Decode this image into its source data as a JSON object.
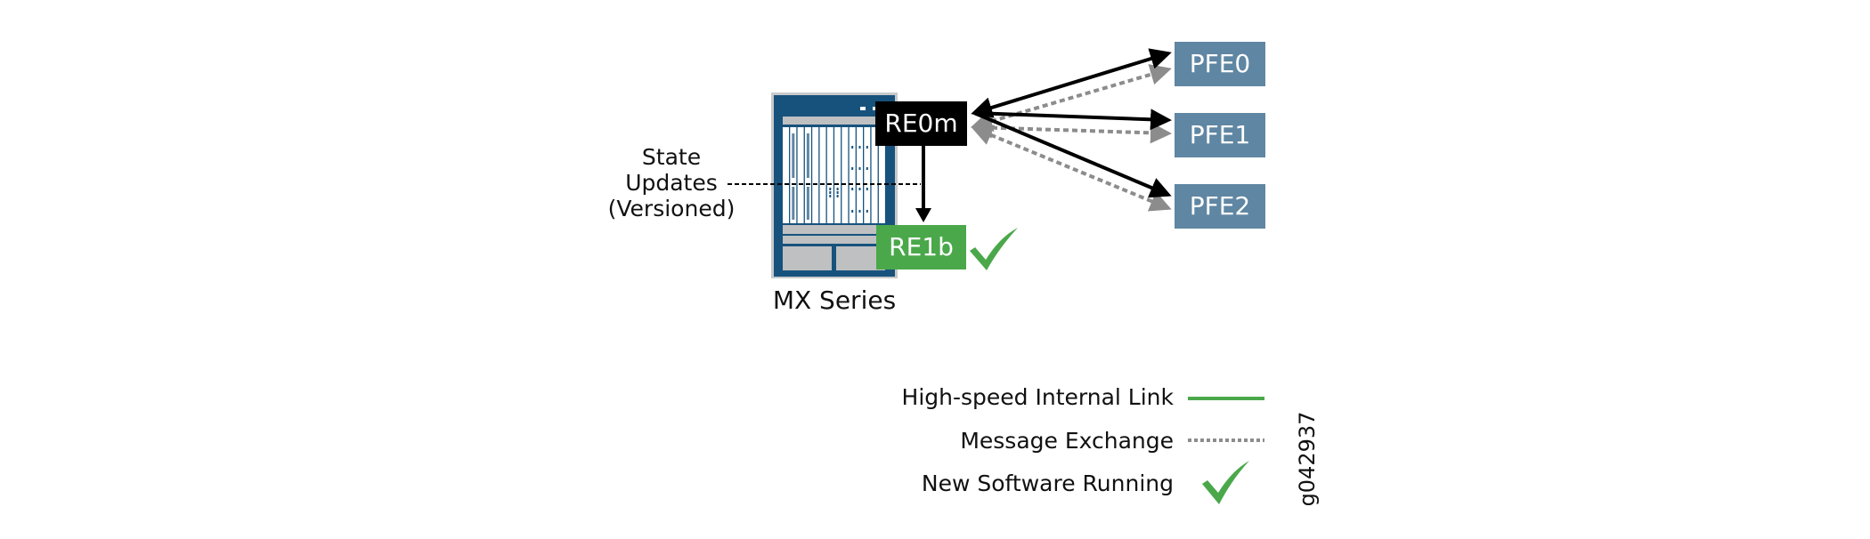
{
  "diagram": {
    "device_label": "MX Series",
    "state_updates_label": [
      "State",
      "Updates",
      "(Versioned)"
    ],
    "nodes": {
      "primary_re": {
        "label": "RE0m",
        "role": "master routing engine",
        "color": "#000000"
      },
      "backup_re": {
        "label": "RE1b",
        "role": "backup routing engine (new software)",
        "color": "#4aa84a"
      },
      "pfes": [
        {
          "label": "PFE0",
          "color": "#5f86a2"
        },
        {
          "label": "PFE1",
          "color": "#5f86a2"
        },
        {
          "label": "PFE2",
          "color": "#5f86a2"
        }
      ]
    },
    "edges": [
      {
        "from": "RE0m",
        "to": "RE1b",
        "type": "high-speed-internal-link",
        "style": "solid-black"
      },
      {
        "from": "RE0m",
        "to": "PFE0",
        "type": "high-speed-internal-link",
        "style": "solid-black"
      },
      {
        "from": "RE0m",
        "to": "PFE1",
        "type": "high-speed-internal-link",
        "style": "solid-black"
      },
      {
        "from": "RE0m",
        "to": "PFE2",
        "type": "high-speed-internal-link",
        "style": "solid-black"
      },
      {
        "from": "PFE0",
        "to": "RE0m",
        "type": "message-exchange",
        "style": "dotted-gray",
        "bidirectional": true
      },
      {
        "from": "PFE1",
        "to": "RE0m",
        "type": "message-exchange",
        "style": "dotted-gray",
        "bidirectional": true
      },
      {
        "from": "PFE2",
        "to": "RE0m",
        "type": "message-exchange",
        "style": "dotted-gray",
        "bidirectional": true
      }
    ],
    "backup_status": "new-software-running"
  },
  "legend": {
    "items": [
      {
        "label": "High-speed Internal Link",
        "symbol": "green-line",
        "color": "#4aa84a"
      },
      {
        "label": "Message Exchange",
        "symbol": "gray-dotted-line",
        "color": "#8c8c8c"
      },
      {
        "label": "New Software Running",
        "symbol": "checkmark-icon",
        "color": "#4aa84a"
      }
    ]
  },
  "figure_id": "g042937",
  "colors": {
    "chassis_blue": "#17527d",
    "chassis_border": "#c8c9cb",
    "chassis_gray": "#bfc0c2",
    "pfe_blue": "#5f86a2",
    "green": "#4aa84a",
    "black": "#000000",
    "dotted_gray": "#8c8c8c"
  }
}
